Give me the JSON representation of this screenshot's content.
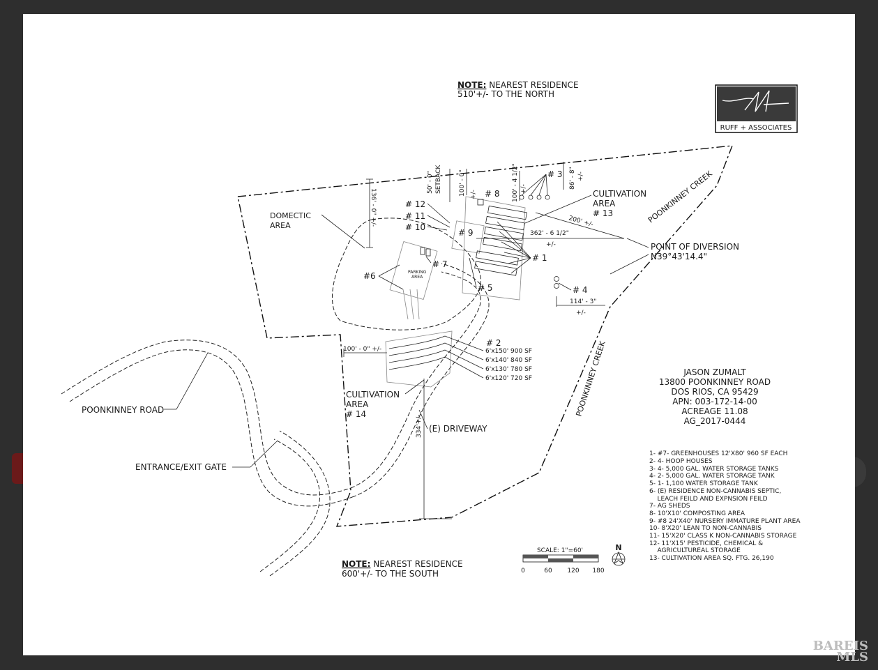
{
  "notes": {
    "north_label": "NOTE:",
    "north_line1": " NEAREST RESIDENCE",
    "north_line2": "510'+/- TO THE NORTH",
    "south_label": "NOTE:",
    "south_line1": " NEAREST RESIDENCE",
    "south_line2": "600'+/- TO THE SOUTH"
  },
  "logo": {
    "caption": "RUFF + ASSOCIATES"
  },
  "labels": {
    "domestic_1": "DOMECTIC",
    "domestic_2": "AREA",
    "cult13_1": "CULTIVATION",
    "cult13_2": "AREA",
    "cult13_3": "# 13",
    "cult14_1": "CULTIVATION",
    "cult14_2": "AREA",
    "cult14_3": "# 14",
    "creek_upper": "POONKINNEY CREEK",
    "creek_lower": "POONKINNEY CREEK",
    "diversion_1": "POINT OF DIVERSION",
    "diversion_2": "N39°43'14.4\"",
    "road": "POONKINNEY ROAD",
    "gate": "ENTRANCE/EXIT GATE",
    "driveway": "(E) DRIVEWAY",
    "parking_1": "PARKING",
    "parking_2": "AREA"
  },
  "markers": {
    "m1": "# 1",
    "m2": "# 2",
    "m3": "# 3",
    "m4": "# 4",
    "m5": "# 5",
    "m6": "#6",
    "m7": "# 7",
    "m8": "# 8",
    "m9": "# 9",
    "m10": "# 10",
    "m11": "# 11",
    "m12": "# 12"
  },
  "dimensions": {
    "setback_1": "50' - 0\"",
    "setback_2": "SETBACK",
    "d100_top": "100' - 0\"",
    "d136": "136' - 0\" +/-",
    "d100_4": "100' - 4 1/2\"",
    "d86": "86' - 8\"",
    "d362": "362' - 6 1/2\"",
    "d200": "200' +/-",
    "pm_a": "+/-",
    "pm_b": "+/-",
    "pm_c": "+/-",
    "pm_d": "+/-",
    "d114": "114' - 3\"",
    "d100_left": "100' - 0\" +/-",
    "d334": "334'+/-"
  },
  "hoop_houses": [
    "6'x150' 900 SF",
    "6'x140' 840 SF",
    "6'x130' 780 SF",
    "6'x120' 720 SF"
  ],
  "owner": {
    "name": "JASON ZUMALT",
    "address": "13800 POONKINNEY ROAD",
    "city": "DOS RIOS, CA 95429",
    "apn": "APN: 003-172-14-00",
    "acreage": "ACREAGE 11.08",
    "ag": "AG_2017-0444"
  },
  "legend": [
    "1- #7- GREENHOUSES 12'X80' 960 SF EACH",
    "2- 4- HOOP HOUSES",
    "3- 4- 5,000 GAL. WATER STORAGE TANKS",
    "4- 2- 5,000 GAL. WATER STORAGE TANK",
    "5- 1- 1,100 WATER STORAGE TANK",
    "6- (E) RESIDENCE NON-CANNABIS SEPTIC,",
    "    LEACH FEILD AND EXPNSION FEILD",
    "7- AG SHEDS",
    "8- 10'X10' COMPOSTING AREA",
    "9- #8 24'X40' NURSERY IMMATURE PLANT AREA",
    "10- 8'X20' LEAN TO NON-CANNABIS",
    "11- 15'X20' CLASS K NON-CANNABIS STORAGE",
    "12- 11'X15' PESTICIDE, CHEMICAL &",
    "    AGRICULTUREAL STORAGE",
    "13- CULTIVATION AREA SQ. FTG. 26,190"
  ],
  "scale": {
    "title": "SCALE: 1\"=60'",
    "ticks": [
      "0",
      "60",
      "120",
      "180"
    ],
    "north": "N"
  },
  "watermark": {
    "line1": "BAREIS",
    "line2": "MLS"
  }
}
